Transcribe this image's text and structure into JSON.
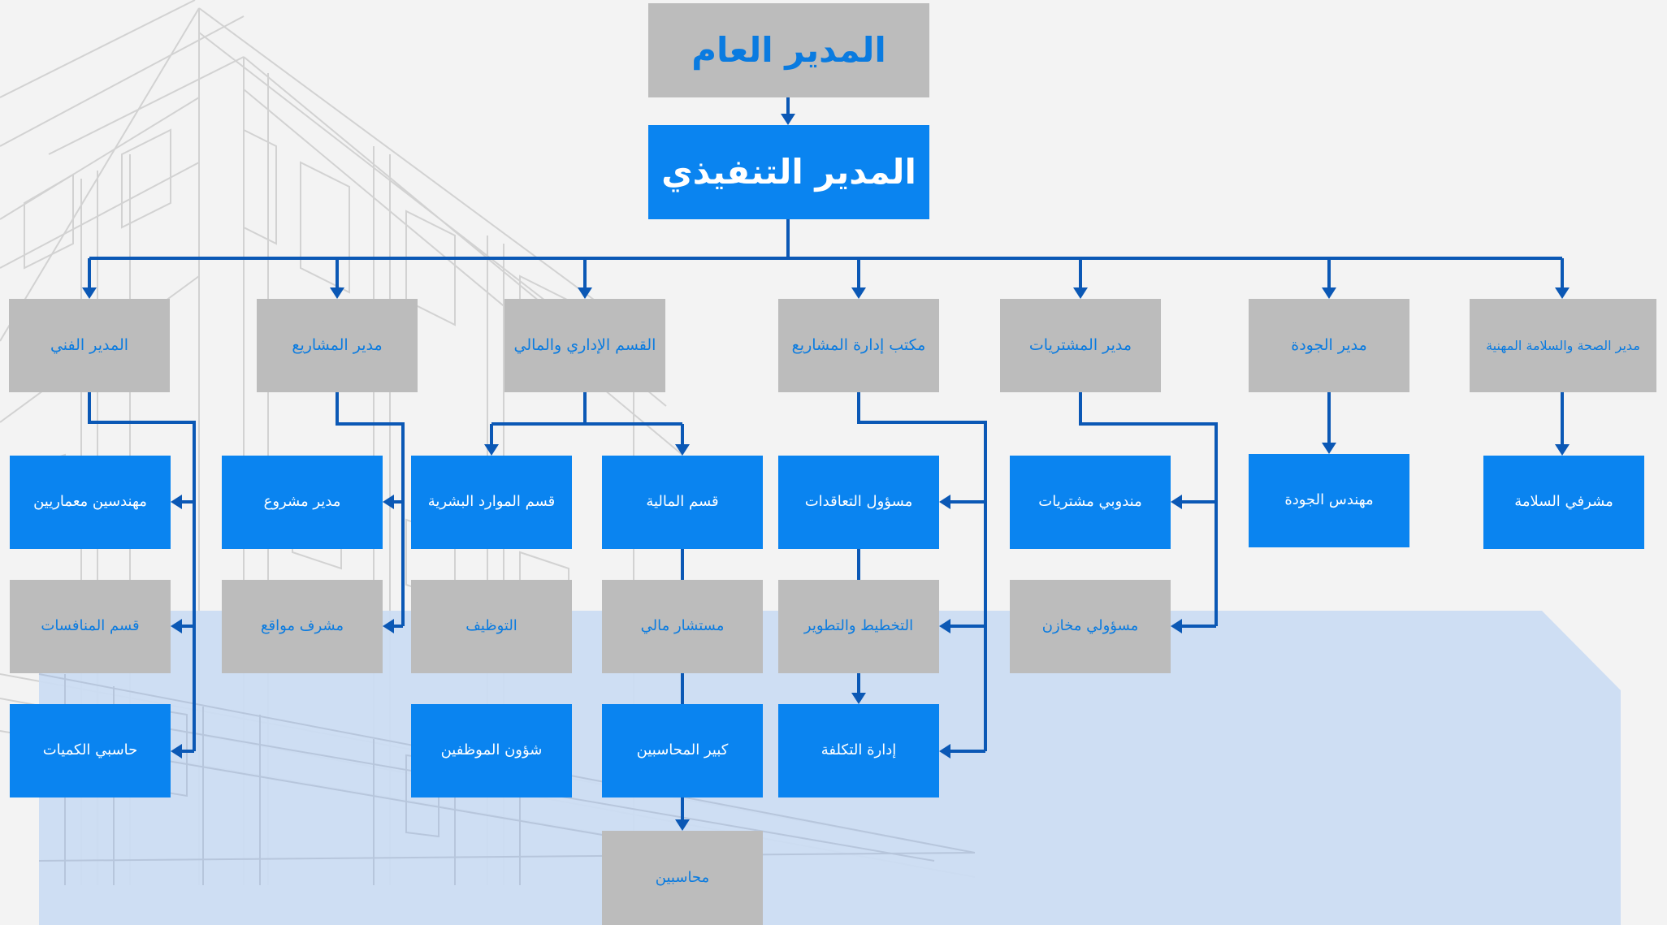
{
  "colors": {
    "background": "#f3f3f3",
    "connector": "#0b58b5",
    "blue_box": "#0a84f0",
    "gray_box": "#bcbcbc",
    "gray_text": "#0a7be0",
    "blue_panel": "#cbdcf3"
  },
  "top": {
    "general_manager": "المدير العام",
    "executive_manager": "المدير التنفيذي"
  },
  "departments": {
    "technical": "المدير الفني",
    "projects": "مدير المشاريع",
    "admin_finance": "القسم الإداري والمالي",
    "pmo": "مكتب إدارة المشاريع",
    "procurement": "مدير المشتريات",
    "quality": "مدير الجودة",
    "hse": "مدير الصحة والسلامة المهنية"
  },
  "units": {
    "architects": "مهندسين معماريين",
    "tenders": "قسم المنافسات",
    "quantity_surveyors": "حاسبي الكميات",
    "project_manager": "مدير مشروع",
    "site_supervisor": "مشرف مواقع",
    "hr": "قسم الموارد البشرية",
    "recruitment": "التوظيف",
    "personnel_affairs": "شؤون الموظفين",
    "finance": "قسم المالية",
    "financial_advisor": "مستشار مالي",
    "chief_accountant": "كبير المحاسبين",
    "accountants": "محاسبين",
    "contracts_officer": "مسؤول التعاقدات",
    "planning": "التخطيط والتطوير",
    "cost_management": "إدارة التكلفة",
    "purchasing_reps": "مندوبي مشتريات",
    "warehouse_officers": "مسؤولي مخازن",
    "quality_engineer": "مهندس الجودة",
    "safety_supervisors": "مشرفي السلامة"
  }
}
